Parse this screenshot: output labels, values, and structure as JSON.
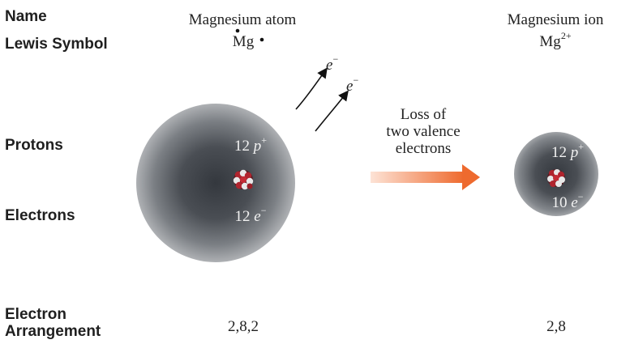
{
  "row_labels": {
    "name": "Name",
    "lewis_symbol": "Lewis Symbol",
    "protons": "Protons",
    "electrons": "Electrons",
    "electron_arrangement_line1": "Electron",
    "electron_arrangement_line2": "Arrangement"
  },
  "atom": {
    "name": "Magnesium atom",
    "symbol": "Mg",
    "protons_value": "12",
    "protons_unit": "p",
    "protons_charge": "+",
    "electrons_value": "12",
    "electrons_unit": "e",
    "electrons_charge": "−",
    "arrangement": "2,8,2"
  },
  "ion": {
    "name": "Magnesium ion",
    "symbol": "Mg",
    "charge": "2+",
    "protons_value": "12",
    "protons_unit": "p",
    "protons_charge": "+",
    "electrons_value": "10",
    "electrons_unit": "e",
    "electrons_charge": "−",
    "arrangement": "2,8"
  },
  "lost_electrons": [
    {
      "label": "e",
      "charge": "−"
    },
    {
      "label": "e",
      "charge": "−"
    }
  ],
  "process": {
    "line1": "Loss of",
    "line2": "two valence",
    "line3": "electrons"
  },
  "colors": {
    "arrow_start": "#fde3d6",
    "arrow_end": "#ee6a2e",
    "cloud_core": "#3e4248",
    "nucleus_red": "#b0242e",
    "nucleus_white": "#e8e8e8"
  }
}
